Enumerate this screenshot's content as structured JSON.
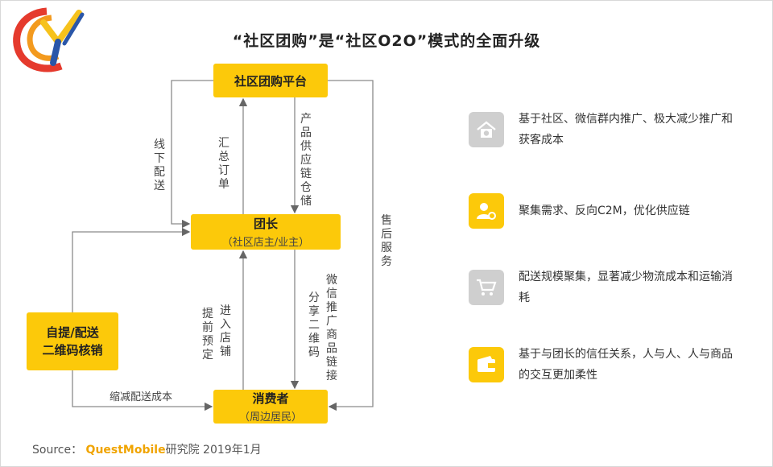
{
  "title": "“社区团购”是“社区O2O”模式的全面升级",
  "nodes": {
    "platform": "社区团购平台",
    "leader": "团长",
    "leader_sub": "（社区店主/业主）",
    "consumer": "消费者",
    "consumer_sub": "（周边居民）",
    "pickup_line1": "自提/配送",
    "pickup_line2": "二维码核销"
  },
  "edges": {
    "offline_delivery": "线下配送",
    "summarize_orders": "汇总订单",
    "product_supply": "产品供应链仓储",
    "after_sales": "售后服务",
    "preorder": "提前预定",
    "enter_store": "进入店铺",
    "share_qr": "分享二维码",
    "wechat_promo": "微信推广商品链接",
    "reduce_cost": "缩减配送成本"
  },
  "features": [
    {
      "icon": "house-money-icon",
      "color": "gray",
      "text": "基于社区、微信群内推广、极大减少推广和获客成本"
    },
    {
      "icon": "user-gear-icon",
      "color": "yellow",
      "text": "聚集需求、反向C2M，优化供应链"
    },
    {
      "icon": "cart-icon",
      "color": "gray",
      "text": "配送规模聚集，显著减少物流成本和运输消耗"
    },
    {
      "icon": "wallet-icon",
      "color": "yellow",
      "text": "基于与团长的信任关系，人与人、人与商品的交互更加柔性"
    }
  ],
  "source": {
    "label": "Source：",
    "brand": "QuestMobile",
    "rest": "研究院 2019年1月"
  },
  "colors": {
    "accent": "#fcc90a",
    "gray": "#cfcfcf",
    "line": "#888888"
  }
}
